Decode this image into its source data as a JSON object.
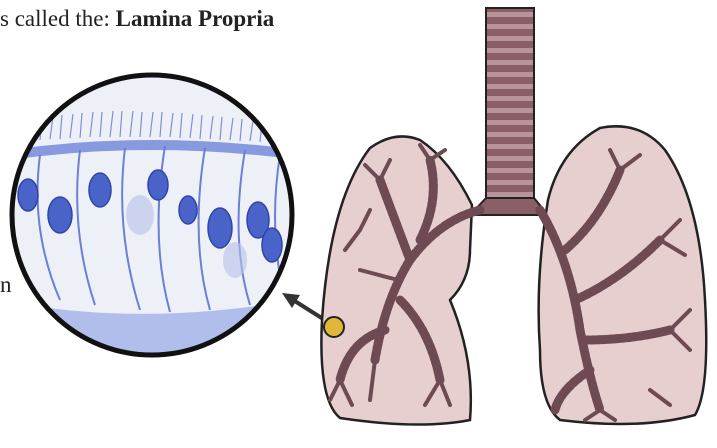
{
  "caption": {
    "prefix": "s called the:",
    "term": "Lamina Propria"
  },
  "stray_text": "n",
  "figure": {
    "magnified_view": "ciliated epithelial cells with blue nuclei",
    "organ": "trachea and lungs with bronchial tree",
    "colors": {
      "cell_blue": "#4a63c9",
      "cell_light": "#eef0f8",
      "cilia": "#7e8fd8",
      "lung_fill": "#e7cfd0",
      "lung_outline": "#222222",
      "airway_dark": "#6e4a52",
      "airway_light": "#b28e93",
      "marker_yellow": "#e0b736"
    }
  }
}
